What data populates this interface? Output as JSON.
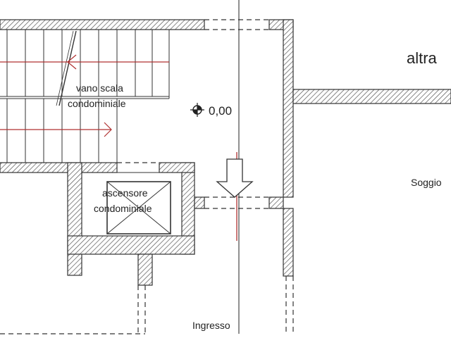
{
  "labels": {
    "stairwell_line1": "vano scala",
    "stairwell_line2": "condominiale",
    "elevator_line1": "ascensore",
    "elevator_line2": "condominiale",
    "level": "0,00",
    "entrance": "Ingresso",
    "other_unit": "altra",
    "living_room": "Soggio"
  },
  "colors": {
    "wall": "#333333",
    "hatch": "#555555",
    "line": "#222222",
    "accent": "#b03030"
  },
  "icons": {
    "level_marker": "level-marker-icon",
    "entrance_arrow": "down-arrow-icon"
  }
}
